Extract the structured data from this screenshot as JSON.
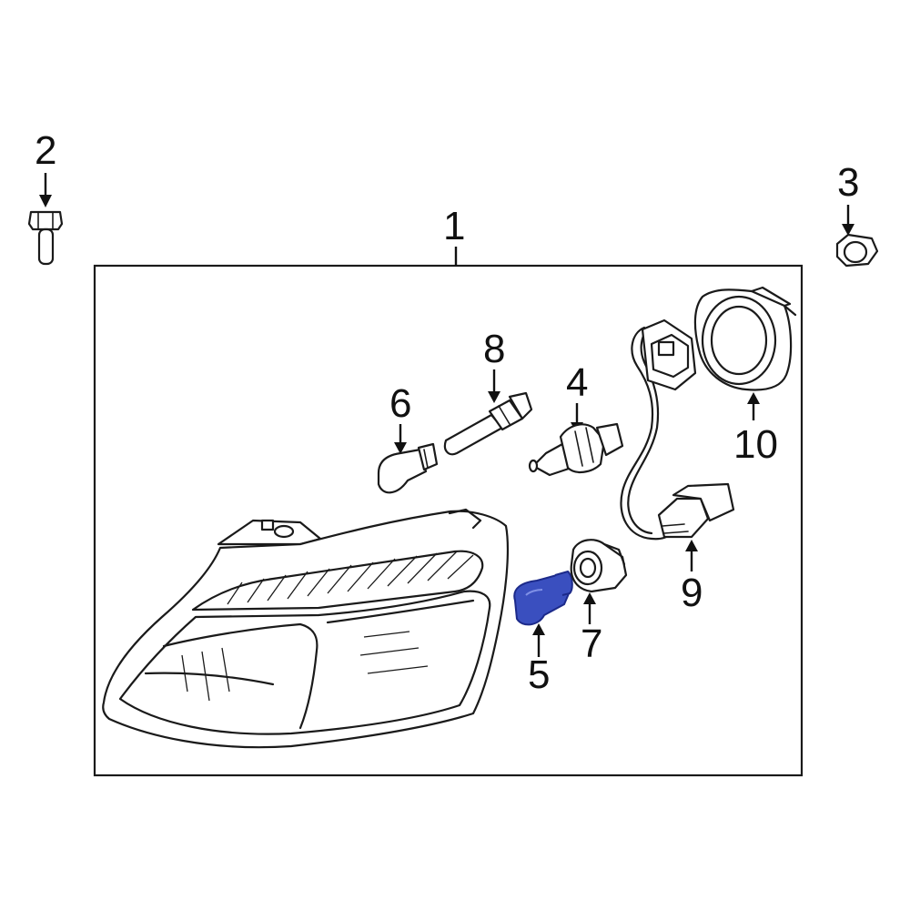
{
  "diagram": {
    "callouts": {
      "c1": "1",
      "c2": "2",
      "c3": "3",
      "c4": "4",
      "c5": "5",
      "c6": "6",
      "c7": "7",
      "c8": "8",
      "c9": "9",
      "c10": "10"
    },
    "colors": {
      "highlight": "#3a4fbf",
      "highlight_stroke": "#1c2a8a",
      "outline": "#1a1a1a",
      "background": "#ffffff"
    },
    "highlighted_part": "5"
  }
}
